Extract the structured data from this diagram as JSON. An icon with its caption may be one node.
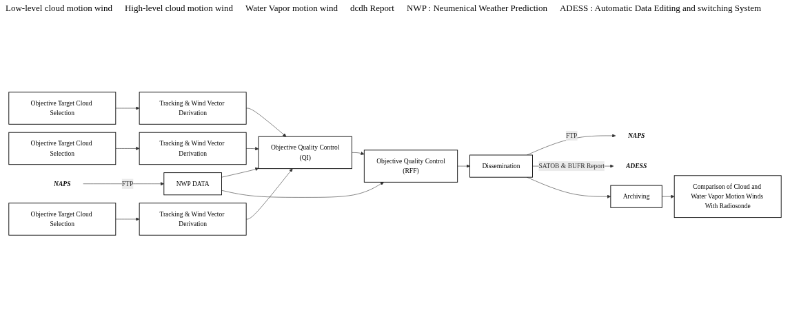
{
  "diagram": {
    "nodes": [
      {
        "text": [
          "Objective Target Cloud Selection"
        ]
      },
      {
        "text": [
          "Tracking & Wind Vector Derivation"
        ]
      },
      {
        "text": [
          "Objective Target Cloud Selection"
        ]
      },
      {
        "text": [
          "Tracking & Wind Vector Derivation"
        ]
      },
      {
        "text": [
          "Objective Target Cloud Selection"
        ]
      },
      {
        "text": [
          "Tracking & Wind Vector Derivation"
        ]
      },
      {
        "text": [
          "NAPS"
        ]
      },
      {
        "text": [
          "NWP DATA"
        ]
      },
      {
        "text": [
          "Objective Quality Control",
          "(QI)"
        ]
      },
      {
        "text": [
          "Objective Quality Control",
          "(RFF)"
        ]
      },
      {
        "text": [
          "Dissemination"
        ]
      },
      {
        "text": [
          "NAPS"
        ]
      },
      {
        "text": [
          "ADESS"
        ]
      },
      {
        "text": [
          "Archiving"
        ]
      },
      {
        "text": [
          "Comparison of Cloud and Water Vapor Motion Winds With Radiosonde"
        ]
      }
    ],
    "edges": [
      {
        "from": 0,
        "to": 1,
        "arrow": "to"
      },
      {
        "from": 2,
        "to": 3,
        "arrow": "to"
      },
      {
        "from": 4,
        "to": 5,
        "arrow": "to"
      },
      {
        "from": 1,
        "to": 8,
        "arrow": "to"
      },
      {
        "from": 3,
        "to": 8,
        "arrow": "to"
      },
      {
        "from": 5,
        "to": 8,
        "arrow": "to"
      },
      {
        "from": 6,
        "to": 7,
        "arrow": "to",
        "label": "FTP"
      },
      {
        "from": 7,
        "to": 8,
        "arrow": "to"
      },
      {
        "from": 7,
        "to": 9,
        "arrow": "to"
      },
      {
        "from": 8,
        "to": 9,
        "arrow": "to"
      },
      {
        "from": 9,
        "to": 10,
        "arrow": "to"
      },
      {
        "from": 10,
        "to": 11,
        "arrow": "to",
        "label": "FTP"
      },
      {
        "from": 10,
        "to": 12,
        "arrow": "to",
        "label": "SATOB & BUFR Report"
      },
      {
        "from": 10,
        "to": 13,
        "arrow": "to"
      },
      {
        "from": 13,
        "to": 14,
        "arrow": "to"
      }
    ],
    "labels": [
      "Low-level cloud motion wind",
      "High-level cloud motion wind",
      "Water Vapor motion wind",
      "dcdh Report",
      "NWP : Neumenical Weather Prediction",
      "ADESS : Automatic Data Editing and switching System"
    ]
  }
}
